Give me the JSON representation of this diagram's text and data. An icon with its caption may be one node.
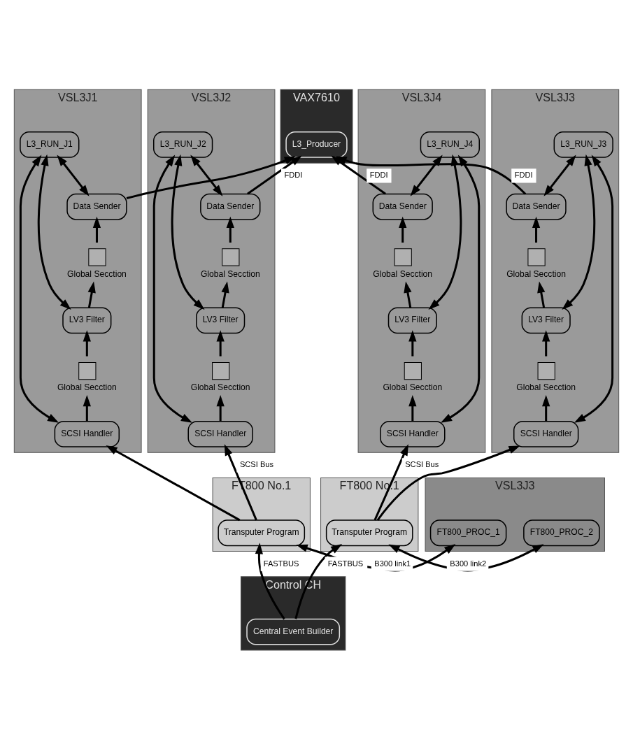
{
  "diagram": {
    "nodes": [
      {
        "text": [
          "VAX7610"
        ]
      },
      {
        "text": [
          "L3_Producer"
        ],
        "in": 0
      },
      {
        "text": [
          "VSL3J1"
        ]
      },
      {
        "text": [
          "L3_RUN_J1"
        ],
        "in": 2
      },
      {
        "text": [
          "SCSI Handler"
        ],
        "in": 2
      },
      {
        "text": [
          "LV3 Filter"
        ],
        "in": 2
      },
      {
        "text": [
          "Data Sender"
        ],
        "in": 2
      },
      {
        "text": [],
        "shape": "box",
        "in": 2,
        "beside": [
          "Global Secction"
        ]
      },
      {
        "text": [],
        "shape": "box",
        "in": 2,
        "beside": [
          "Global Secction"
        ]
      },
      {
        "text": [
          "VSL3J3"
        ]
      },
      {
        "text": [
          "L3_RUN_J3"
        ],
        "in": 9
      },
      {
        "text": [
          "Data Sender"
        ],
        "in": 9
      },
      {
        "text": [
          "LV3 Filter"
        ],
        "in": 9
      },
      {
        "text": [
          "SCSI Handler"
        ],
        "in": 9
      },
      {
        "text": [],
        "shape": "box",
        "in": 9,
        "beside": [
          "Global Secction"
        ]
      },
      {
        "text": [],
        "shape": "box",
        "in": 9,
        "beside": [
          "Global Secction"
        ]
      },
      {
        "text": [
          "VSL3J2"
        ]
      },
      {
        "text": [
          "L3_RUN_J2"
        ],
        "in": 16
      },
      {
        "text": [
          "SCSI Handler"
        ],
        "in": 16
      },
      {
        "text": [
          "LV3 Filter"
        ],
        "in": 16
      },
      {
        "text": [
          "Data Sender"
        ],
        "in": 16
      },
      {
        "text": [],
        "shape": "box",
        "in": 16,
        "beside": [
          "Global Secction"
        ]
      },
      {
        "text": [],
        "shape": "box",
        "in": 16,
        "beside": [
          "Global Secction"
        ]
      },
      {
        "text": [
          "VSL3J4"
        ]
      },
      {
        "text": [
          "L3_RUN_J4"
        ],
        "in": 23
      },
      {
        "text": [
          "Data Sender"
        ],
        "in": 23
      },
      {
        "text": [
          "LV3 Filter"
        ],
        "in": 23
      },
      {
        "text": [
          "SCSI Handler"
        ],
        "in": 23
      },
      {
        "text": [],
        "shape": "box",
        "in": 23,
        "beside": [
          "Global Secction"
        ]
      },
      {
        "text": [],
        "shape": "box",
        "in": 23,
        "beside": [
          "Global Secction"
        ]
      },
      {
        "text": [
          "FT800 No.1"
        ]
      },
      {
        "text": [
          "Transputer Program"
        ],
        "in": 30
      },
      {
        "text": [
          "VSL3J3"
        ]
      },
      {
        "text": [
          "FT800_PROC_1"
        ],
        "in": 32
      },
      {
        "text": [
          "FT800_PROC_2"
        ],
        "in": 32
      },
      {
        "text": [
          "FT800 No.1"
        ]
      },
      {
        "text": [
          "Transputer Program"
        ],
        "in": 35
      },
      {
        "text": [
          "Control CH"
        ]
      },
      {
        "text": [
          "Central Event Builder"
        ],
        "in": 37
      }
    ],
    "edges": [
      {
        "from": 38,
        "to": 31,
        "arrow": "to",
        "label": "FASTBUS"
      },
      {
        "from": 38,
        "to": 36,
        "arrow": "to",
        "label": "FASTBUS"
      },
      {
        "from": 31,
        "to": 33,
        "arrow": "both",
        "label": "B300 link1"
      },
      {
        "from": 34,
        "to": 36,
        "arrow": "both",
        "label": "B300 link2"
      },
      {
        "from": 31,
        "to": 4,
        "arrow": "to"
      },
      {
        "from": 31,
        "to": 18,
        "arrow": "to",
        "label": "SCSI Bus"
      },
      {
        "from": 36,
        "to": 13,
        "arrow": "to"
      },
      {
        "from": 36,
        "to": 27,
        "arrow": "to",
        "label": "SCSI Bus"
      },
      {
        "from": 4,
        "to": 3,
        "arrow": "both"
      },
      {
        "from": 5,
        "to": 3,
        "arrow": "both"
      },
      {
        "from": 6,
        "to": 3,
        "arrow": "both"
      },
      {
        "from": 4,
        "to": 7,
        "arrow": "to"
      },
      {
        "from": 7,
        "to": 5,
        "arrow": "to"
      },
      {
        "from": 5,
        "to": 8,
        "arrow": "to"
      },
      {
        "from": 8,
        "to": 6,
        "arrow": "to"
      },
      {
        "from": 11,
        "to": 10,
        "arrow": "both"
      },
      {
        "from": 12,
        "to": 10,
        "arrow": "both"
      },
      {
        "from": 13,
        "to": 10,
        "arrow": "both"
      },
      {
        "from": 13,
        "to": 15,
        "arrow": "to"
      },
      {
        "from": 15,
        "to": 12,
        "arrow": "to"
      },
      {
        "from": 12,
        "to": 14,
        "arrow": "to"
      },
      {
        "from": 14,
        "to": 11,
        "arrow": "to"
      },
      {
        "from": 18,
        "to": 17,
        "arrow": "both"
      },
      {
        "from": 19,
        "to": 17,
        "arrow": "both"
      },
      {
        "from": 20,
        "to": 17,
        "arrow": "both"
      },
      {
        "from": 18,
        "to": 21,
        "arrow": "to"
      },
      {
        "from": 21,
        "to": 19,
        "arrow": "to"
      },
      {
        "from": 19,
        "to": 22,
        "arrow": "to"
      },
      {
        "from": 22,
        "to": 20,
        "arrow": "to"
      },
      {
        "from": 25,
        "to": 24,
        "arrow": "both"
      },
      {
        "from": 26,
        "to": 24,
        "arrow": "both"
      },
      {
        "from": 27,
        "to": 24,
        "arrow": "both"
      },
      {
        "from": 27,
        "to": 29,
        "arrow": "to"
      },
      {
        "from": 29,
        "to": 26,
        "arrow": "to"
      },
      {
        "from": 26,
        "to": 28,
        "arrow": "to"
      },
      {
        "from": 28,
        "to": 25,
        "arrow": "to"
      },
      {
        "from": 6,
        "to": 1,
        "arrow": "to"
      },
      {
        "from": 20,
        "to": 1,
        "arrow": "to",
        "label": "FDDI"
      },
      {
        "from": 25,
        "to": 1,
        "arrow": "to",
        "label": "FDDI"
      },
      {
        "from": 11,
        "to": 1,
        "arrow": "to",
        "label": "FDDI"
      }
    ]
  }
}
